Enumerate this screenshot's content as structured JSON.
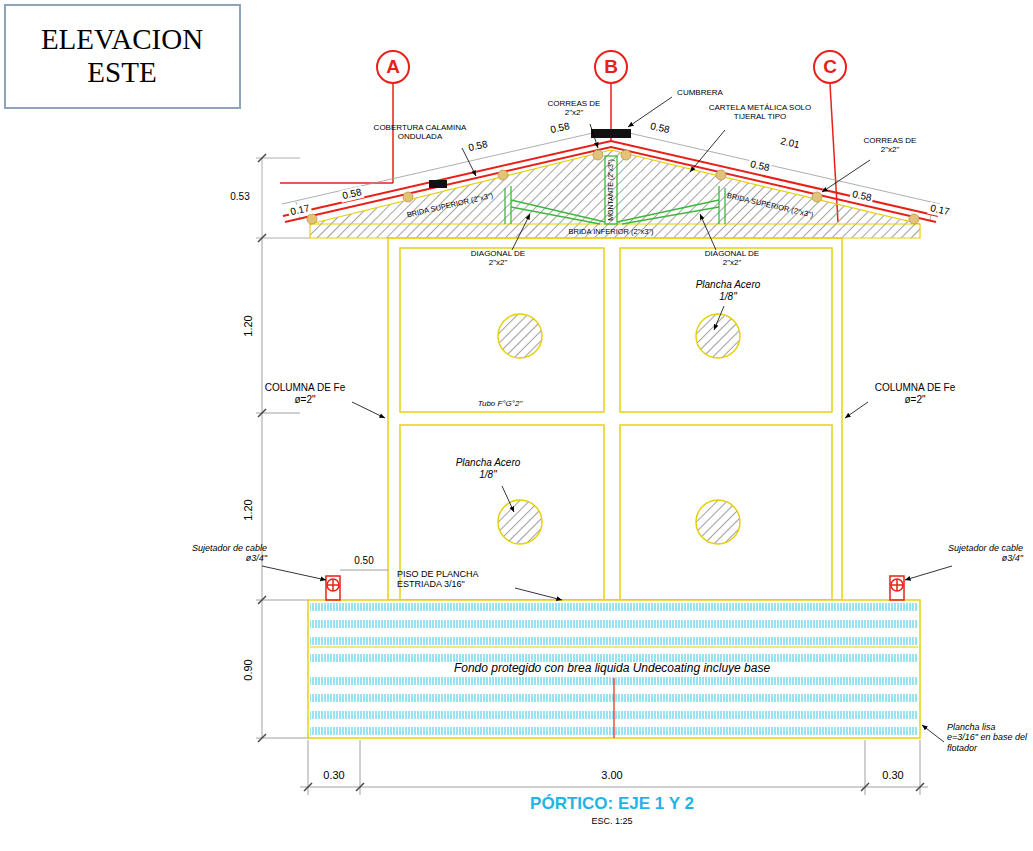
{
  "diagram": {
    "title": "ELEVACION ESTE",
    "caption": "PÓRTICO: EJE 1 Y 2",
    "nodes": [
      {
        "text": [
          "A"
        ]
      },
      {
        "text": [
          "B"
        ]
      },
      {
        "text": [
          "C"
        ]
      }
    ],
    "labels": [
      "COBERTURA CALAMINA ONDULADA",
      "CORREAS DE 2\"x2\"",
      "CUMBRERA",
      "CARTELA METÁLICA SOLO TIJERAL TIPO",
      "CORREAS DE 2\"x2\"",
      "0.58",
      "0.58",
      "0.58",
      "0.17",
      "0.53",
      "0.58",
      "2.01",
      "0.58",
      "0.58",
      "0.17",
      "BRIDA SUPERIOR (2\"x3\")",
      "MONTANTE (2\"x3\")",
      "BRIDA SUPERIOR (2\"x3\")",
      "BRIDA INFERIOR (2\"x3\")",
      "DIAGONAL DE 2\"x2\"",
      "DIAGONAL DE 2\"x2\"",
      "1.20",
      "1.20",
      "0.90",
      "Plancha Acero 1/8\"",
      "Tubo F°G°2\"",
      "COLUMNA DE Fe ø=2\"",
      "COLUMNA DE Fe ø=2\"",
      "Plancha Acero 1/8\"",
      "Sujetador de cable ø3/4\"",
      "0.50",
      "PISO DE PLANCHA ESTRIADA 3/16\"",
      "Sujetador de cable ø3/4\"",
      "Fondo protegido con brea liquida Undecoating incluye base",
      "Plancha lisa e=3/16\" en base del flotador",
      "0.30",
      "3.00",
      "0.30",
      "ESC. 1:25"
    ]
  }
}
